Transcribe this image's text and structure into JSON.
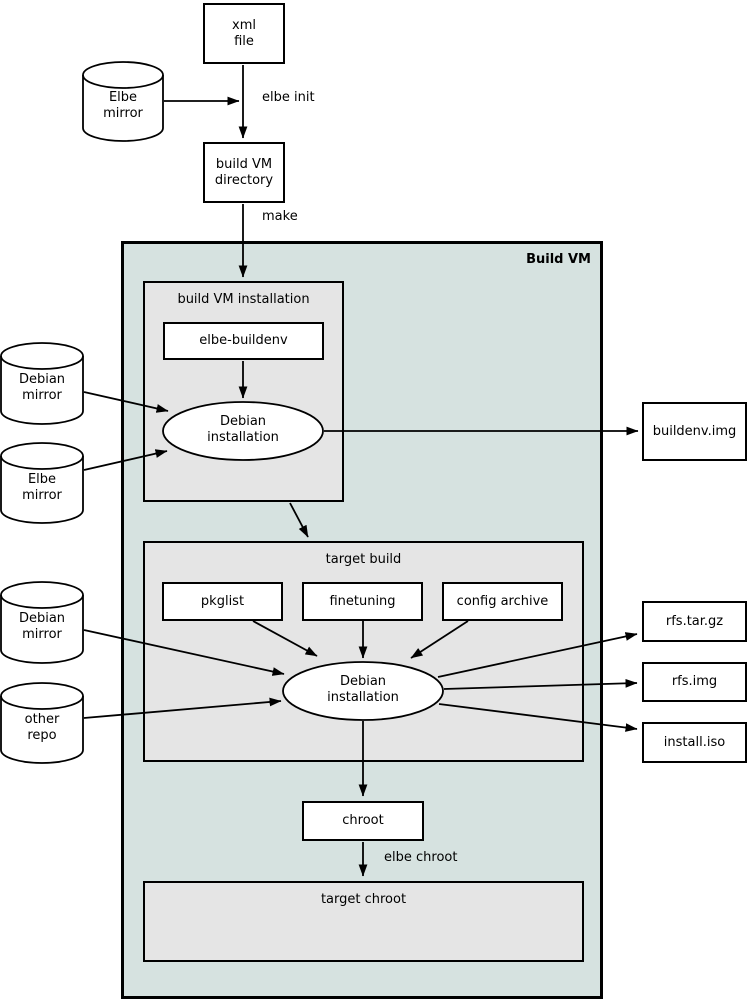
{
  "colors": {
    "build_vm_background": "#d6e2e0",
    "subgraph_background": "#e5e5e5",
    "node_background": "#ffffff",
    "line_color": "#000000"
  },
  "containers": {
    "build_vm": {
      "label": "Build VM"
    },
    "build_vm_installation": {
      "label": "build VM installation"
    },
    "target_build": {
      "label": "target build"
    },
    "target_chroot": {
      "label": "target chroot"
    }
  },
  "nodes": {
    "xml_file": {
      "label": "xml\nfile"
    },
    "elbe_mirror_top": {
      "label": "Elbe\nmirror"
    },
    "build_vm_directory": {
      "label": "build VM\ndirectory"
    },
    "elbe_buildenv": {
      "label": "elbe-buildenv"
    },
    "debian_mirror_1": {
      "label": "Debian\nmirror"
    },
    "elbe_mirror_2": {
      "label": "Elbe\nmirror"
    },
    "debian_installation_1": {
      "label": "Debian\ninstallation"
    },
    "buildenv_img": {
      "label": "buildenv.img"
    },
    "pkglist": {
      "label": "pkglist"
    },
    "finetuning": {
      "label": "finetuning"
    },
    "config_archive": {
      "label": "config archive"
    },
    "debian_mirror_2": {
      "label": "Debian\nmirror"
    },
    "other_repo": {
      "label": "other\nrepo"
    },
    "debian_installation_2": {
      "label": "Debian\ninstallation"
    },
    "rfs_tar_gz": {
      "label": "rfs.tar.gz"
    },
    "rfs_img": {
      "label": "rfs.img"
    },
    "install_iso": {
      "label": "install.iso"
    },
    "chroot": {
      "label": "chroot"
    }
  },
  "edge_labels": {
    "elbe_init": "elbe init",
    "make": "make",
    "elbe_chroot": "elbe chroot"
  }
}
